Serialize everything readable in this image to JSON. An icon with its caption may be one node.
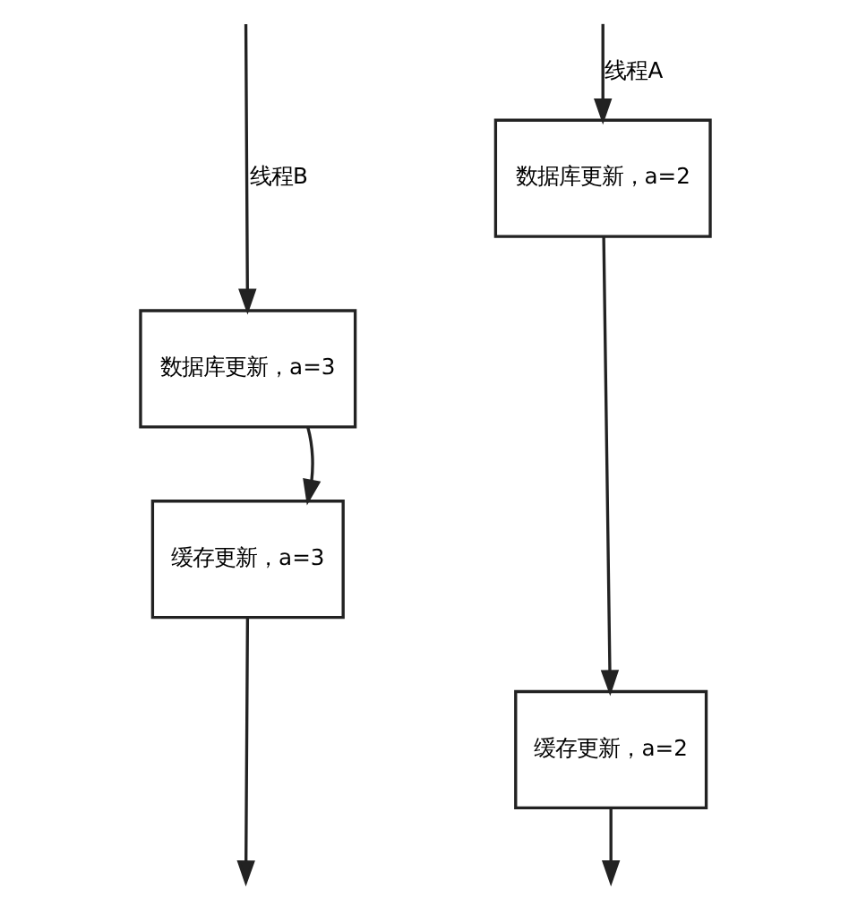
{
  "diagram": {
    "nodes": [
      {
        "text": [
          "数据库更新，a=2"
        ]
      },
      {
        "text": [
          "数据库更新，a=3"
        ]
      },
      {
        "text": [
          "缓存更新，a=3"
        ]
      },
      {
        "text": [
          "缓存更新，a=2"
        ]
      }
    ],
    "edges": [
      {
        "from": null,
        "to": 0,
        "arrow": "to",
        "label": "线程A"
      },
      {
        "from": 0,
        "to": 3,
        "arrow": "to"
      },
      {
        "from": 3,
        "to": null,
        "arrow": "to"
      },
      {
        "from": null,
        "to": 1,
        "arrow": "to",
        "label": "线程B"
      },
      {
        "from": 1,
        "to": 2,
        "arrow": "to"
      },
      {
        "from": 2,
        "to": null,
        "arrow": "to"
      }
    ]
  }
}
